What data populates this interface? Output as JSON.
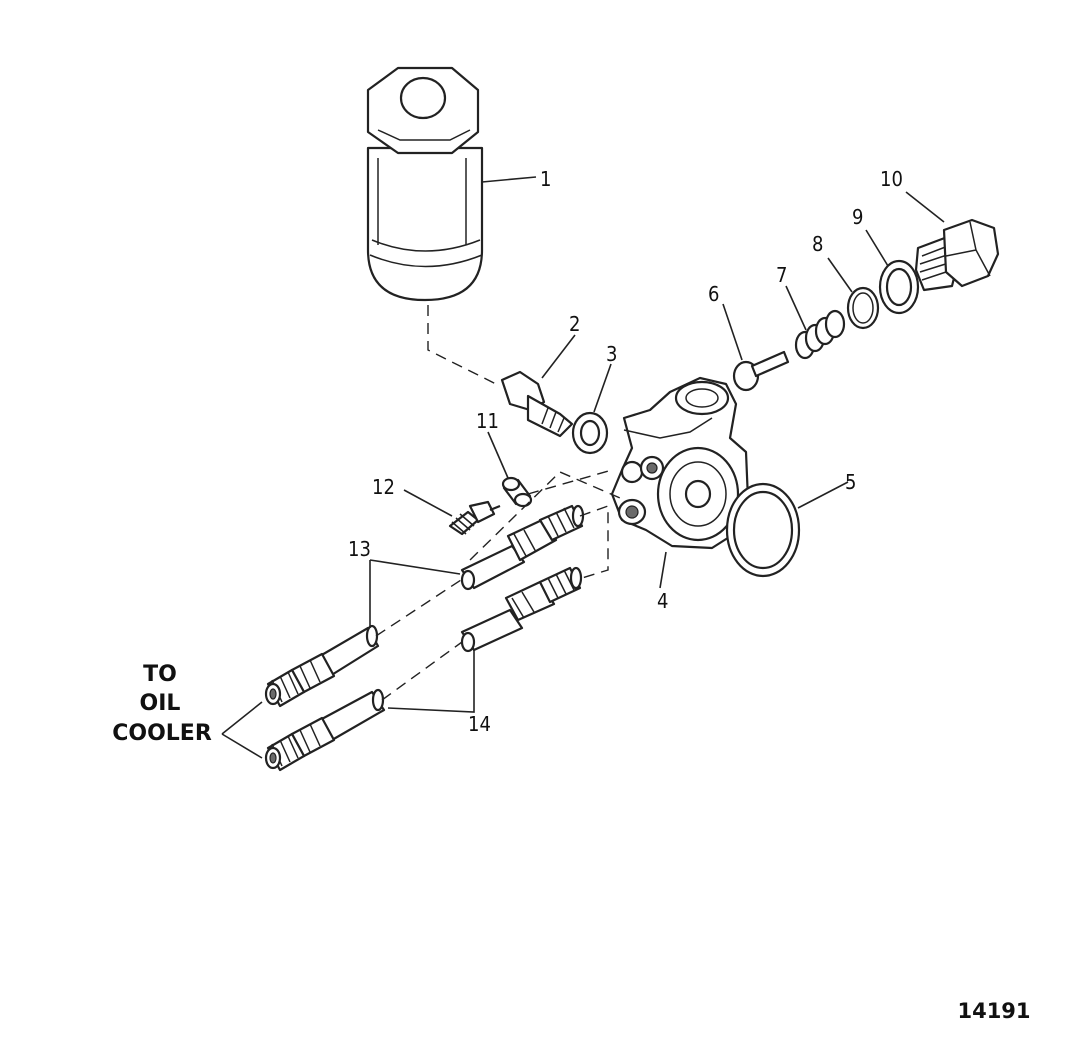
{
  "diagram": {
    "labels": {
      "p1": "1",
      "p2": "2",
      "p3": "3",
      "p4": "4",
      "p5": "5",
      "p6": "6",
      "p7": "7",
      "p8": "8",
      "p9": "9",
      "p10": "10",
      "p11": "11",
      "p12": "12",
      "p13": "13",
      "p14": "14"
    },
    "destination": {
      "line1": "TO",
      "line2": "OIL",
      "line3": "COOLER"
    },
    "figure_number": "14191"
  }
}
